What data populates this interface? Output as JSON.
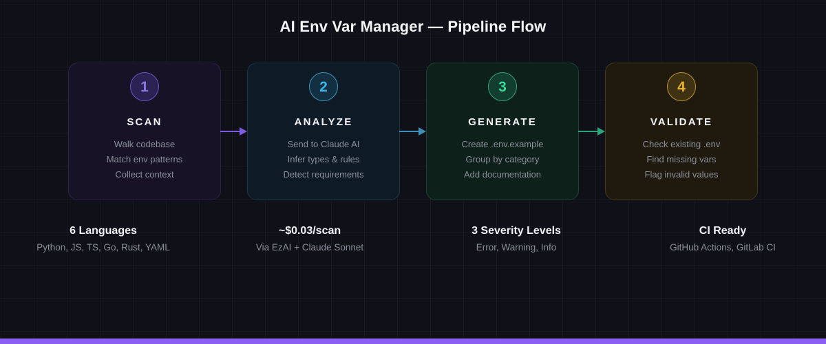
{
  "title": "AI Env Var Manager — Pipeline Flow",
  "pipeline": {
    "stages": [
      {
        "number": "1",
        "name": "SCAN",
        "tasks": [
          "Walk codebase",
          "Match env patterns",
          "Collect context"
        ],
        "colors": {
          "card_bg": "#171226",
          "card_border": "#2b2345",
          "badge_bg": "#2b2152",
          "badge_border": "#6c55c6",
          "accent": "#8d77ea"
        }
      },
      {
        "number": "2",
        "name": "ANALYZE",
        "tasks": [
          "Send to Claude AI",
          "Infer types & rules",
          "Detect requirements"
        ],
        "colors": {
          "card_bg": "#0e1b26",
          "card_border": "#1c3749",
          "badge_bg": "#123041",
          "badge_border": "#3e96ba",
          "accent": "#3fb6e8"
        }
      },
      {
        "number": "3",
        "name": "GENERATE",
        "tasks": [
          "Create .env.example",
          "Group by category",
          "Add documentation"
        ],
        "colors": {
          "card_bg": "#0e201a",
          "card_border": "#1c4536",
          "badge_bg": "#123e2f",
          "badge_border": "#35a478",
          "accent": "#3dd598"
        }
      },
      {
        "number": "4",
        "name": "VALIDATE",
        "tasks": [
          "Check existing .env",
          "Find missing vars",
          "Flag invalid values"
        ],
        "colors": {
          "card_bg": "#201a0e",
          "card_border": "#45391c",
          "badge_bg": "#3e3212",
          "badge_border": "#bb9530",
          "accent": "#eab229"
        }
      }
    ],
    "arrow_colors": [
      "#7c5ce0",
      "#3e8fb5",
      "#2fa37c"
    ]
  },
  "stats": [
    {
      "title": "6 Languages",
      "subtitle": "Python, JS, TS, Go, Rust, YAML"
    },
    {
      "title": "~$0.03/scan",
      "subtitle": "Via EzAI + Claude Sonnet"
    },
    {
      "title": "3 Severity Levels",
      "subtitle": "Error, Warning, Info"
    },
    {
      "title": "CI Ready",
      "subtitle": "GitHub Actions, GitLab CI"
    }
  ],
  "footer": {
    "bar_color": "#8a5ff2"
  }
}
